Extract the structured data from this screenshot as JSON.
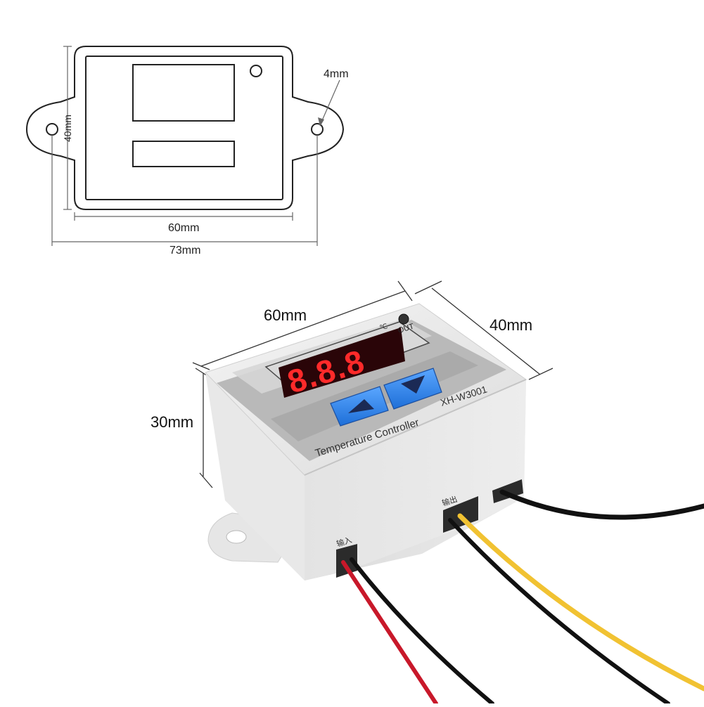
{
  "drawing": {
    "hole_dim": "4mm",
    "height_dim": "40mm",
    "inner_width_dim": "60mm",
    "outer_width_dim": "73mm"
  },
  "photo": {
    "length_dim": "60mm",
    "depth_dim": "40mm",
    "height_dim": "30mm",
    "display_digits": "8.8.8",
    "unit_mark": "℃",
    "out_label": "OUT",
    "brand_text": "Temperature Controller",
    "model_text": "XH-W3001",
    "input_label": "输入",
    "output_label": "输出"
  }
}
